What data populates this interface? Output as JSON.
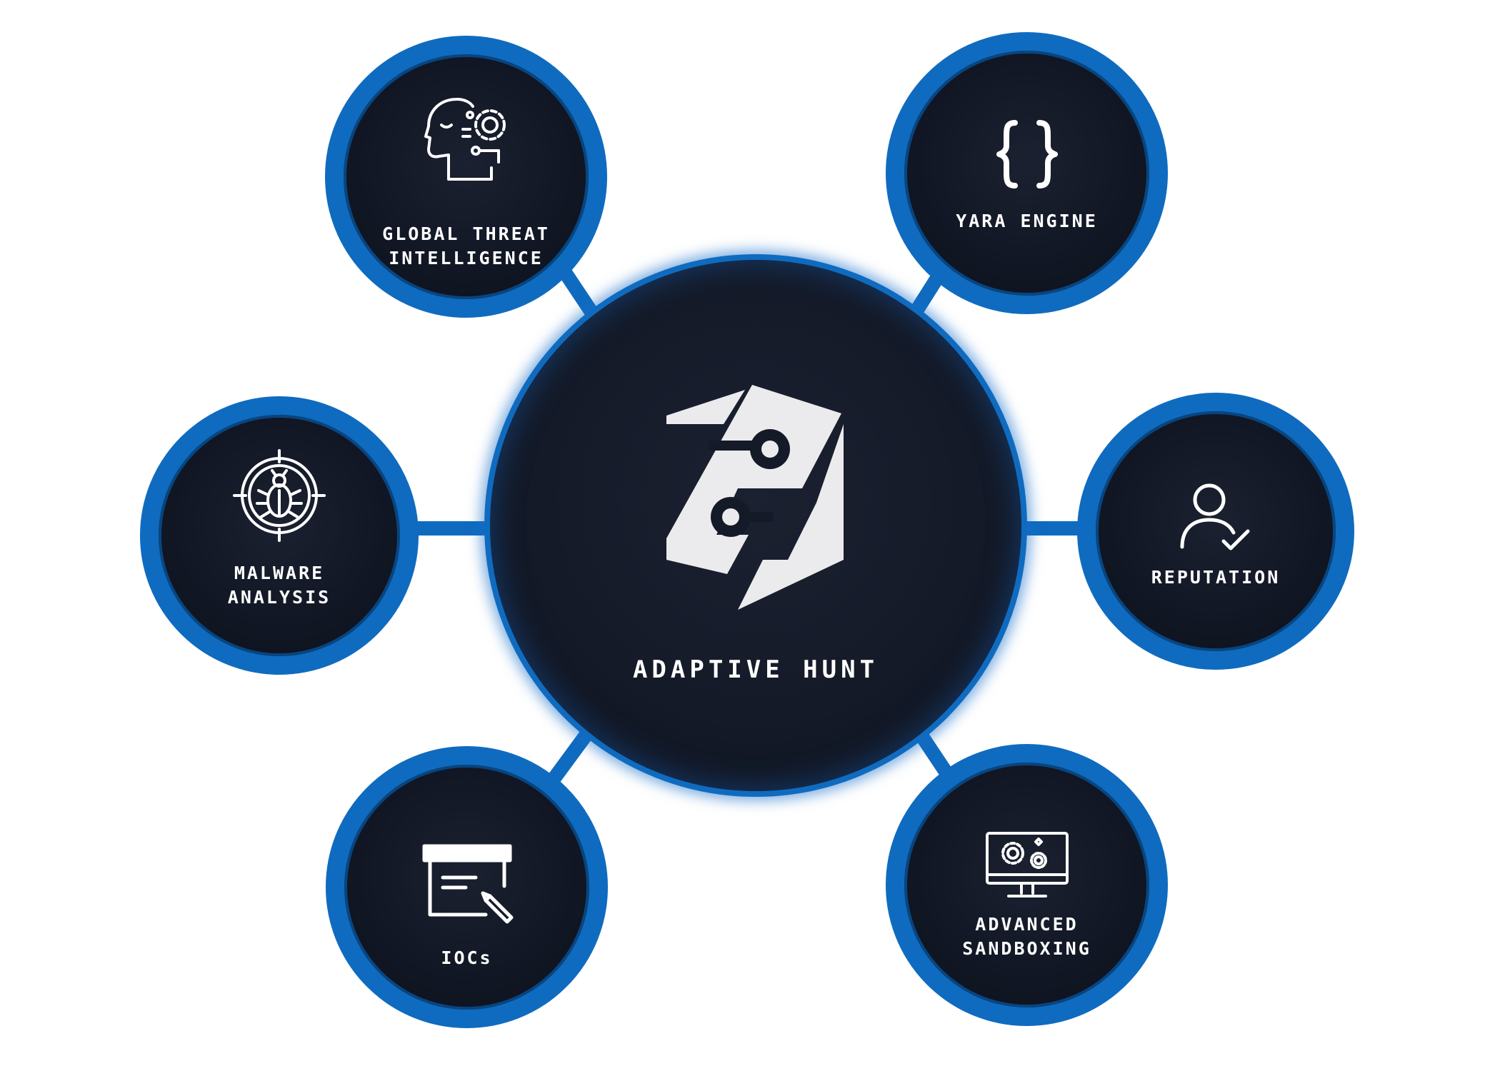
{
  "diagram": {
    "colors": {
      "ring": "#0f6bbf",
      "ring_dark": "#08457f",
      "node_fill": "#141a28",
      "text": "#ffffff",
      "logo": "#ebebed"
    },
    "center": {
      "label": "ADAPTIVE HUNT",
      "icon": "shield-circuit-logo-icon"
    },
    "nodes": [
      {
        "key": "threat",
        "lines": [
          "GLOBAL THREAT",
          "INTELLIGENCE"
        ],
        "icon": "head-gear-icon"
      },
      {
        "key": "yara",
        "lines": [
          "YARA ENGINE"
        ],
        "icon": "curly-braces-icon"
      },
      {
        "key": "malware",
        "lines": [
          "MALWARE",
          "ANALYSIS"
        ],
        "icon": "bug-target-icon"
      },
      {
        "key": "reputation",
        "lines": [
          "REPUTATION"
        ],
        "icon": "user-check-icon"
      },
      {
        "key": "iocs",
        "lines": [
          "IOCs"
        ],
        "icon": "document-pencil-icon"
      },
      {
        "key": "sandbox",
        "lines": [
          "ADVANCED",
          "SANDBOXING"
        ],
        "icon": "monitor-gears-icon"
      }
    ]
  }
}
